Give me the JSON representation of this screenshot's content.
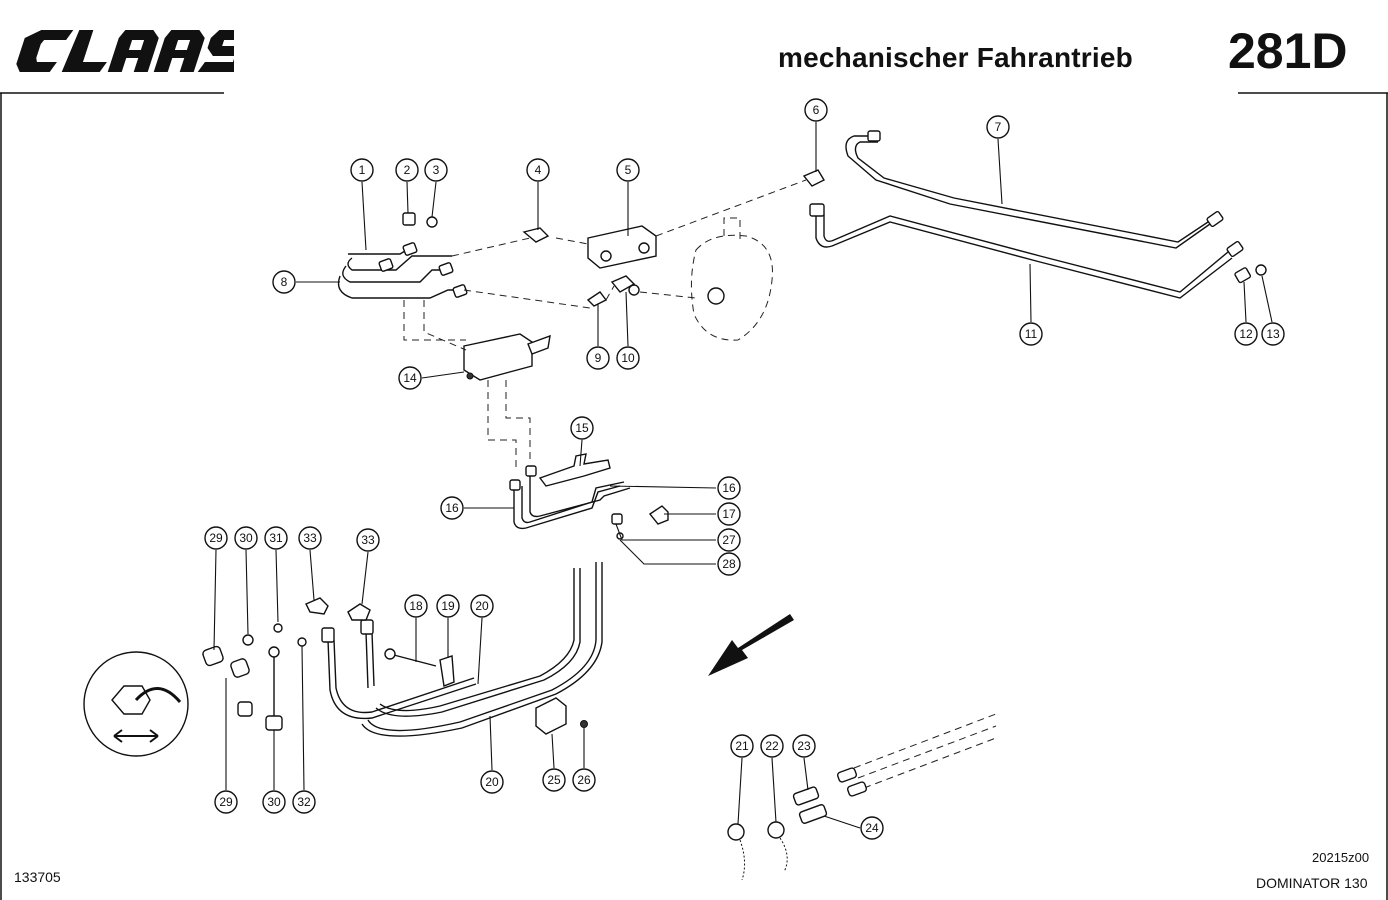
{
  "header": {
    "brand": "CLAAS",
    "title": "mechanischer Fahrantrieb",
    "page_number": "281D"
  },
  "footer": {
    "drawing_number": "133705",
    "image_code": "20215z00",
    "machine_model": "DOMINATOR 130"
  },
  "callouts": {
    "c1": "1",
    "c2": "2",
    "c3": "3",
    "c4": "4",
    "c5": "5",
    "c6": "6",
    "c7": "7",
    "c8": "8",
    "c9": "9",
    "c10": "10",
    "c11": "11",
    "c12": "12",
    "c13": "13",
    "c14": "14",
    "c15": "15",
    "c16a": "16",
    "c16b": "16",
    "c17": "17",
    "c18": "18",
    "c19": "19",
    "c20a": "20",
    "c20b": "20",
    "c21": "21",
    "c22": "22",
    "c23": "23",
    "c24": "24",
    "c25": "25",
    "c26": "26",
    "c27": "27",
    "c28": "28",
    "c29a": "29",
    "c29b": "29",
    "c30a": "30",
    "c30b": "30",
    "c31": "31",
    "c32": "32",
    "c33a": "33",
    "c33b": "33"
  }
}
